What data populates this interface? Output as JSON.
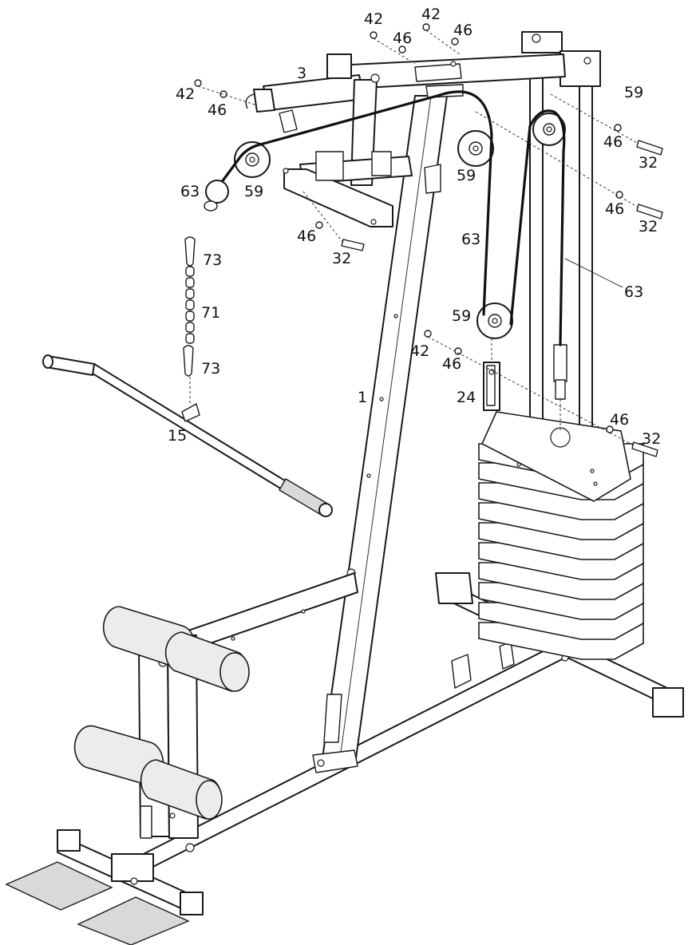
{
  "labels": {
    "l42a": "42",
    "l46a": "46",
    "l42b": "42",
    "l46b": "46",
    "l3": "3",
    "l42c": "42",
    "l46c": "46",
    "l59a": "59",
    "l46d": "46",
    "l32a": "32",
    "l63a": "63",
    "l59b": "59",
    "l59c": "59",
    "l46e": "46",
    "l32b": "32",
    "l46f": "46",
    "l32c": "32",
    "l63b": "63",
    "l73a": "73",
    "l63c": "63",
    "l71": "71",
    "l59d": "59",
    "l42d": "42",
    "l46g": "46",
    "l73b": "73",
    "l1": "1",
    "l24": "24",
    "l46h": "46",
    "l32d": "32",
    "l15": "15"
  }
}
